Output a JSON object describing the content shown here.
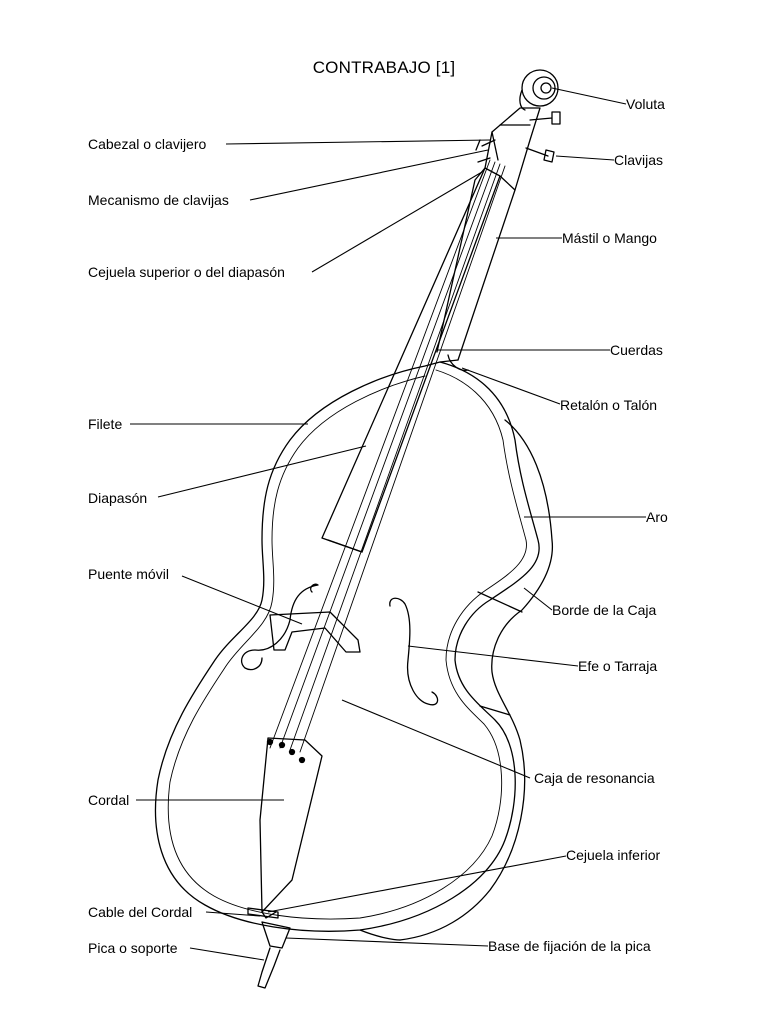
{
  "title": "CONTRABAJO [1]",
  "labels": {
    "voluta": "Voluta",
    "cabezal": "Cabezal o clavijero",
    "clavijas": "Clavijas",
    "mecanismo": "Mecanismo de clavijas",
    "mastil": "Mástil o Mango",
    "cejuela_superior": "Cejuela superior o del diapasón",
    "cuerdas": "Cuerdas",
    "retalon": "Retalón o Talón",
    "filete": "Filete",
    "diapason": "Diapasón",
    "aro": "Aro",
    "puente": "Puente móvil",
    "borde": "Borde de la Caja",
    "efe": "Efe o Tarraja",
    "caja": "Caja de resonancia",
    "cordal": "Cordal",
    "cejuela_inferior": "Cejuela inferior",
    "cable": "Cable del Cordal",
    "base_pica": "Base de fijación de la pica",
    "pica": "Pica o soporte"
  }
}
